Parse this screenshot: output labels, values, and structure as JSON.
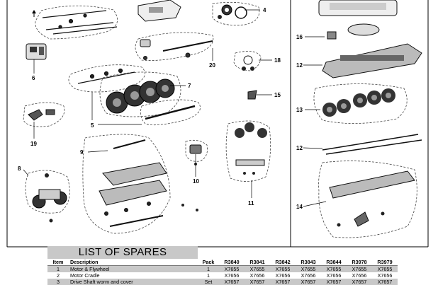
{
  "callouts": [
    "4",
    "6",
    "20",
    "18",
    "7",
    "15",
    "5",
    "19",
    "9",
    "8",
    "10",
    "11",
    "16",
    "12",
    "13",
    "12",
    "14"
  ],
  "spares": {
    "title": "LIST OF SPARES",
    "headers": [
      "Item",
      "Description",
      "Pack",
      "R3840",
      "R3841",
      "R3842",
      "R3843",
      "R3844",
      "R3978",
      "R3979"
    ],
    "rows": [
      {
        "item": "1",
        "description": "Motor & Flywheel",
        "pack": "1",
        "codes": [
          "X7655",
          "X7655",
          "X7655",
          "X7655",
          "X7655",
          "X7655",
          "X7655"
        ]
      },
      {
        "item": "2",
        "description": "Motor Cradle",
        "pack": "1",
        "codes": [
          "X7656",
          "X7656",
          "X7656",
          "X7656",
          "X7656",
          "X7656",
          "X7656"
        ]
      },
      {
        "item": "3",
        "description": "Drive Shaft worm and cover",
        "pack": "Set",
        "codes": [
          "X7657",
          "X7657",
          "X7657",
          "X7657",
          "X7657",
          "X7657",
          "X7657"
        ]
      }
    ]
  }
}
